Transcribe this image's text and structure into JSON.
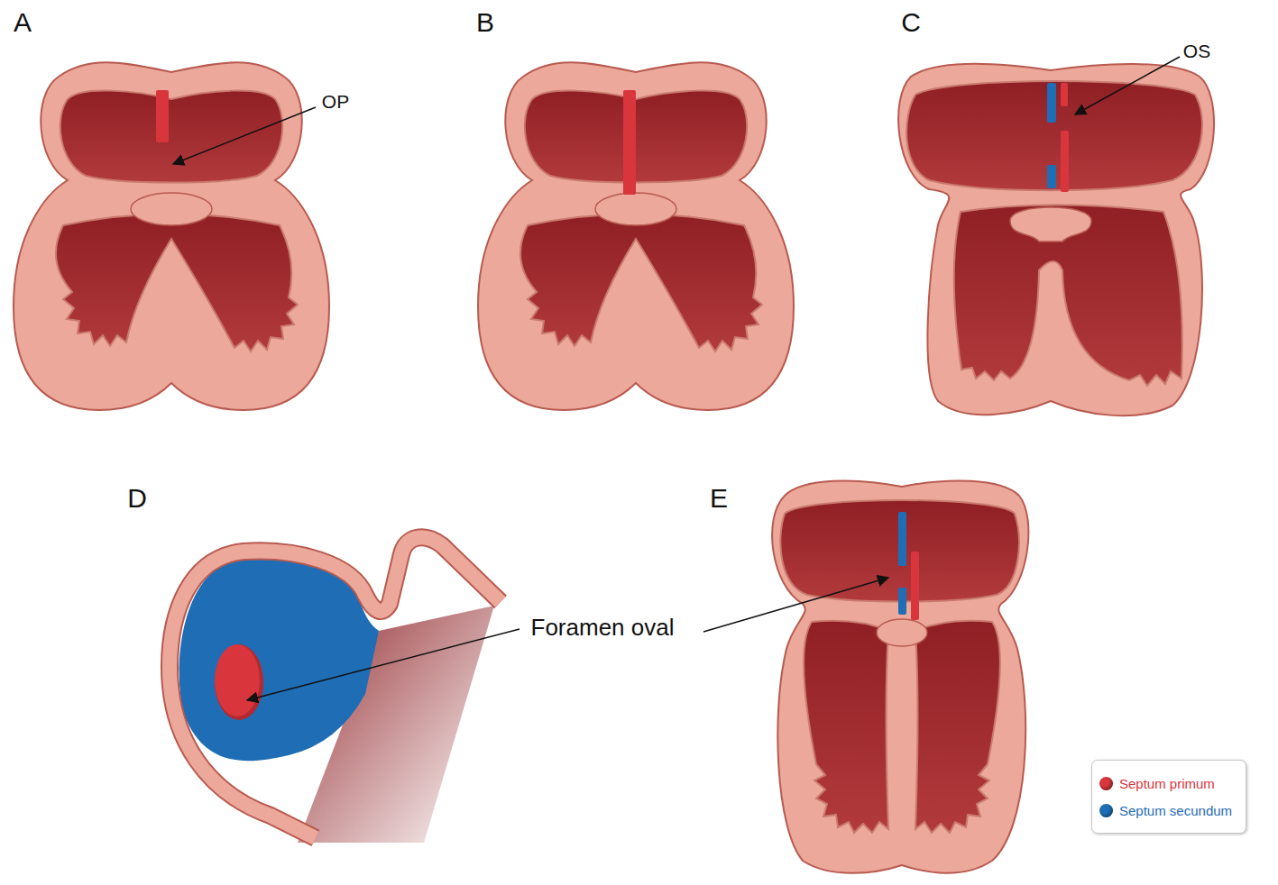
{
  "diagram": {
    "labels": [
      "A",
      "OP",
      "B",
      "C",
      "OS",
      "D",
      "Foramen oval",
      "E"
    ],
    "legend": [
      {
        "text": "Septum primum",
        "color": "#d8353d"
      },
      {
        "text": "Septum secundum",
        "color": "#1f6db5"
      }
    ]
  }
}
